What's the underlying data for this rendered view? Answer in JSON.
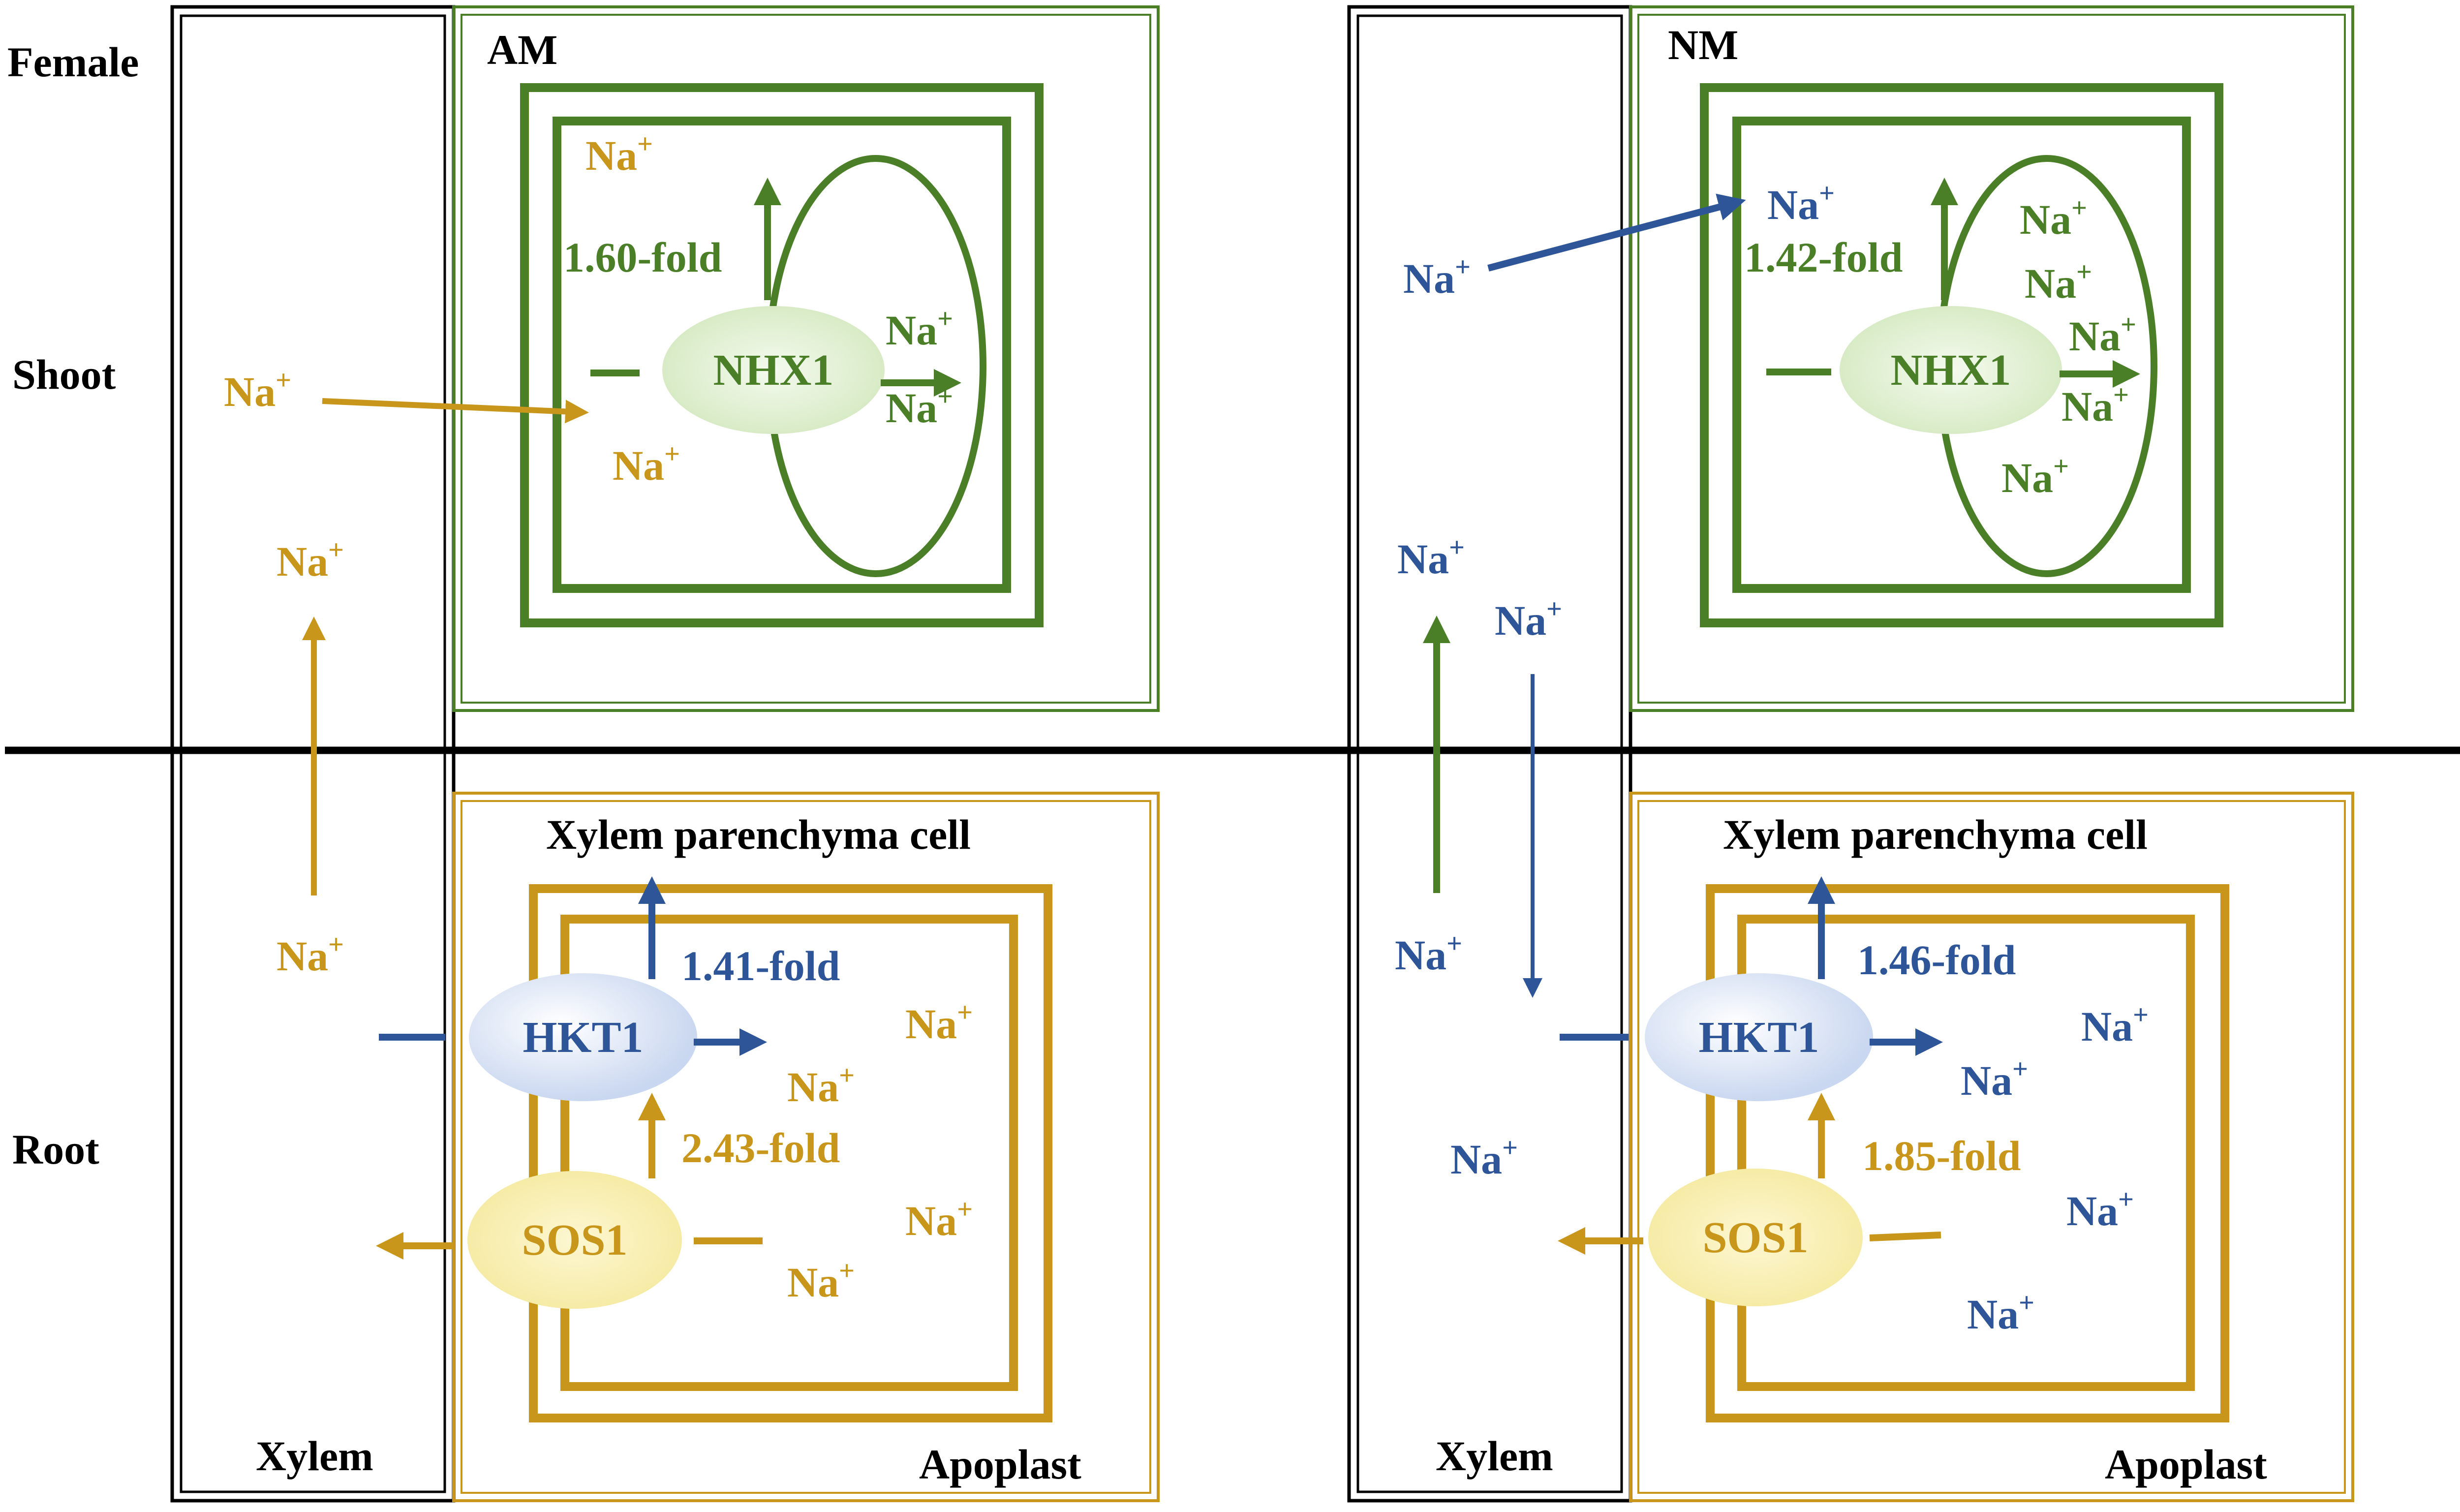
{
  "colors": {
    "gold": "#c8961a",
    "green": "#4a7f28",
    "blue": "#2e5597",
    "black": "#000000",
    "nhx1_fill": "#e8f3dc",
    "hkt1_fill": "#dfe7f5",
    "sos1_fill": "#fbf3c4"
  },
  "row_labels": {
    "female": "Female",
    "shoot": "Shoot",
    "root": "Root"
  },
  "treatments": {
    "am": "AM",
    "nm": "NM"
  },
  "region_labels": {
    "xylem": "Xylem",
    "apoplast": "Apoplast",
    "xylem_parenchyma": "Xylem parenchyma cell"
  },
  "ion": {
    "base": "Na",
    "charge": "+"
  },
  "proteins": {
    "nhx1": "NHX1",
    "hkt1": "HKT1",
    "sos1": "SOS1"
  },
  "fold_changes": {
    "am_nhx1": "1.60-fold",
    "nm_nhx1": "1.42-fold",
    "am_hkt1": "1.41-fold",
    "nm_hkt1": "1.46-fold",
    "am_sos1": "2.43-fold",
    "nm_sos1": "1.85-fold"
  }
}
